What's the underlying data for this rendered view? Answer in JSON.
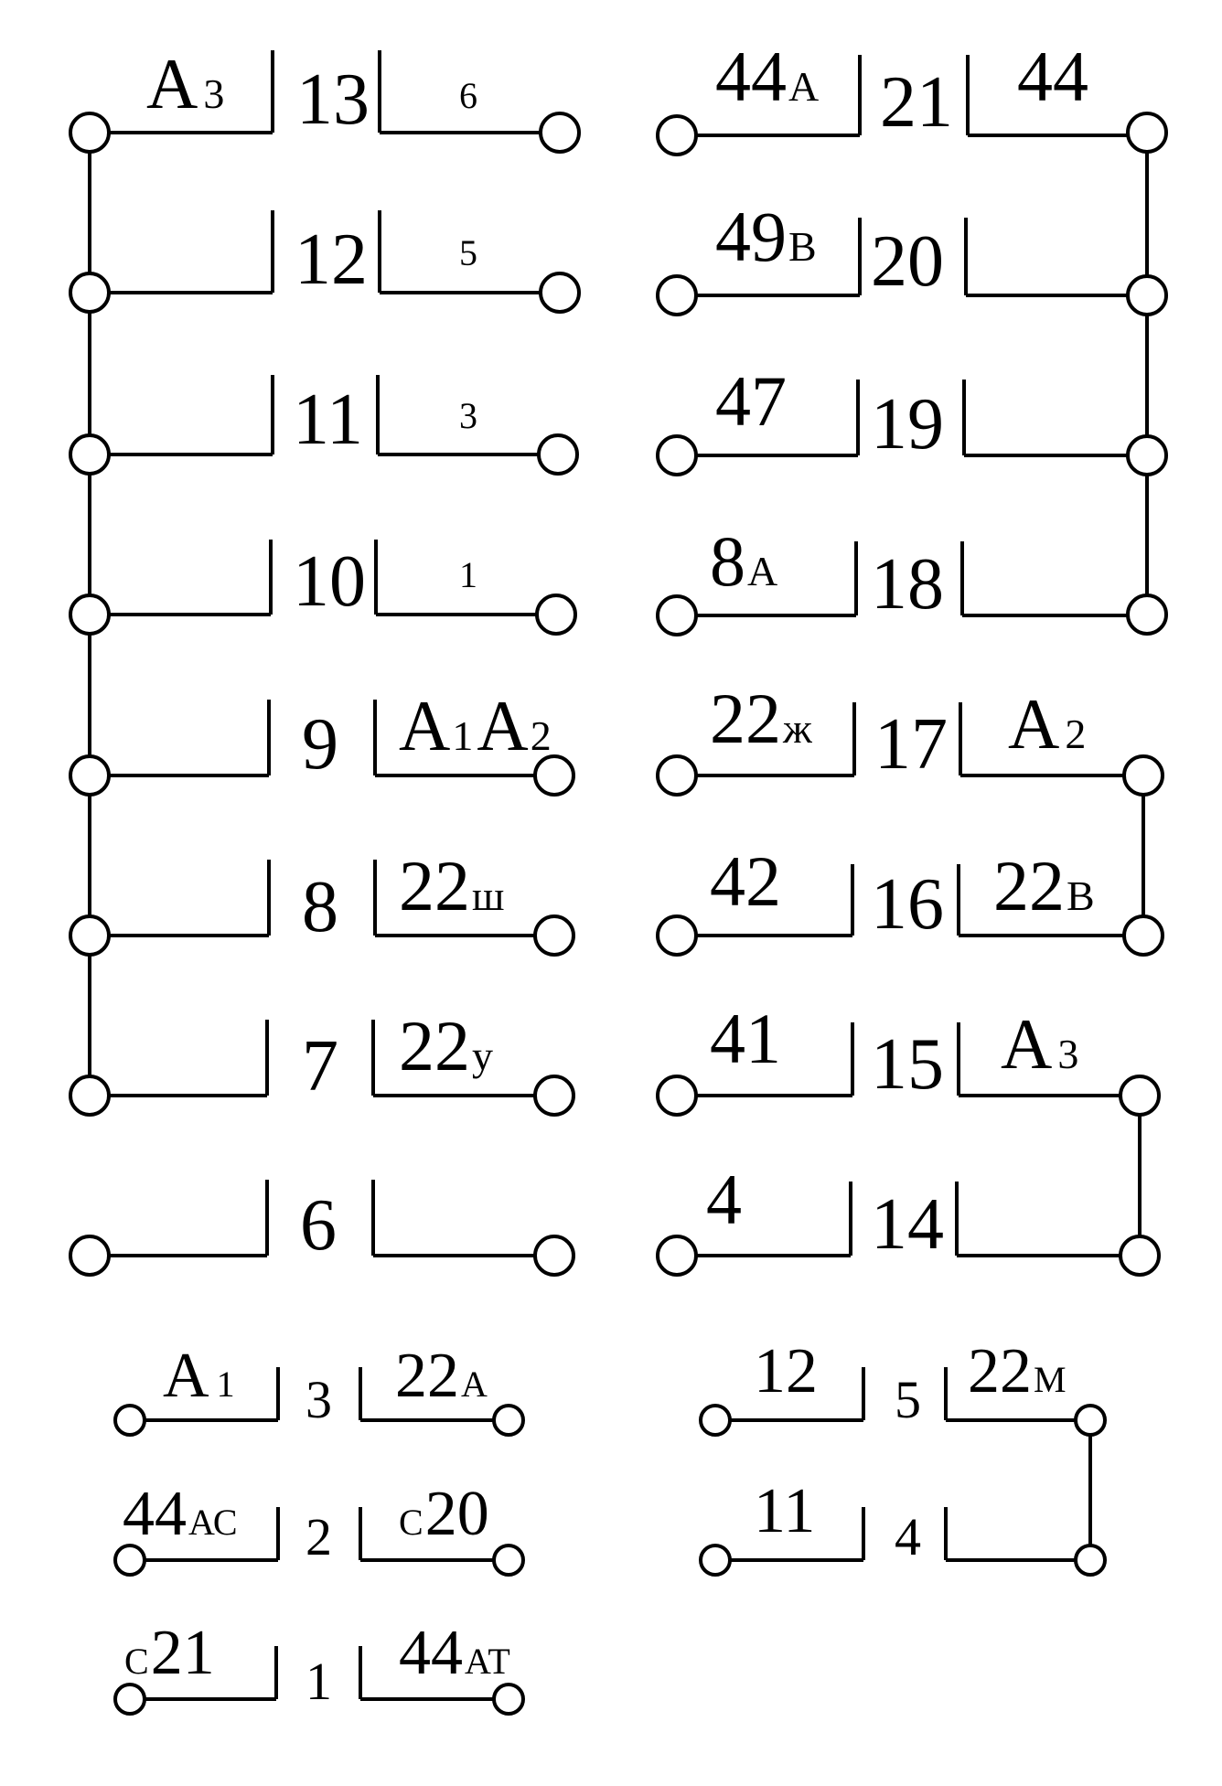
{
  "left_block": [
    {
      "number": "13",
      "left": {
        "main": "А",
        "sub": "3"
      },
      "right": {
        "main": "",
        "sub": "6"
      }
    },
    {
      "number": "12",
      "left": {
        "main": "",
        "sub": ""
      },
      "right": {
        "main": "",
        "sub": "5"
      }
    },
    {
      "number": "11",
      "left": {
        "main": "",
        "sub": ""
      },
      "right": {
        "main": "",
        "sub": "3"
      }
    },
    {
      "number": "10",
      "left": {
        "main": "",
        "sub": ""
      },
      "right": {
        "main": "",
        "sub": "1"
      }
    },
    {
      "number": "9",
      "left": {
        "main": "",
        "sub": ""
      },
      "right": {
        "main": "А",
        "sub": "1",
        "main2": "А",
        "sub2": "2"
      }
    },
    {
      "number": "8",
      "left": {
        "main": "",
        "sub": ""
      },
      "right": {
        "main": "22",
        "sub": "ш"
      }
    },
    {
      "number": "7",
      "left": {
        "main": "",
        "sub": ""
      },
      "right": {
        "main": "22",
        "sub": "у"
      }
    },
    {
      "number": "6",
      "left": {
        "main": "",
        "sub": ""
      },
      "right": {
        "main": "",
        "sub": ""
      }
    }
  ],
  "right_block": [
    {
      "number": "21",
      "left": {
        "main": "44",
        "sub": "А"
      },
      "right": {
        "main": "44",
        "sub": ""
      }
    },
    {
      "number": "20",
      "left": {
        "main": "49",
        "sub": "В"
      },
      "right": {
        "main": "",
        "sub": ""
      }
    },
    {
      "number": "19",
      "left": {
        "main": "47",
        "sub": ""
      },
      "right": {
        "main": "",
        "sub": ""
      }
    },
    {
      "number": "18",
      "left": {
        "main": "8",
        "sub": "А"
      },
      "right": {
        "main": "",
        "sub": ""
      }
    },
    {
      "number": "17",
      "left": {
        "main": "22",
        "sub": "ж"
      },
      "right": {
        "main": "А",
        "sub": "2"
      }
    },
    {
      "number": "16",
      "left": {
        "main": "42",
        "sub": ""
      },
      "right": {
        "main": "22",
        "sub": "В"
      }
    },
    {
      "number": "15",
      "left": {
        "main": "41",
        "sub": ""
      },
      "right": {
        "main": "А",
        "sub": "3"
      }
    },
    {
      "number": "14",
      "left": {
        "main": "4",
        "sub": ""
      },
      "right": {
        "main": "",
        "sub": ""
      }
    }
  ],
  "small_left_block": [
    {
      "number": "3",
      "left": {
        "pre": "",
        "main": "А",
        "sub": "1"
      },
      "right": {
        "pre": "",
        "main": "22",
        "sub": "А"
      }
    },
    {
      "number": "2",
      "left": {
        "pre": "",
        "main": "44",
        "sub": "АС"
      },
      "right": {
        "pre": "С",
        "main": "20",
        "sub": ""
      }
    },
    {
      "number": "1",
      "left": {
        "pre": "С",
        "main": "21",
        "sub": ""
      },
      "right": {
        "pre": "",
        "main": "44",
        "sub": "АТ"
      }
    }
  ],
  "small_right_block": [
    {
      "number": "5",
      "left": {
        "main": "12",
        "sub": ""
      },
      "right": {
        "main": "22",
        "sub": "М"
      }
    },
    {
      "number": "4",
      "left": {
        "main": "11",
        "sub": ""
      },
      "right": {
        "main": "",
        "sub": ""
      }
    }
  ]
}
